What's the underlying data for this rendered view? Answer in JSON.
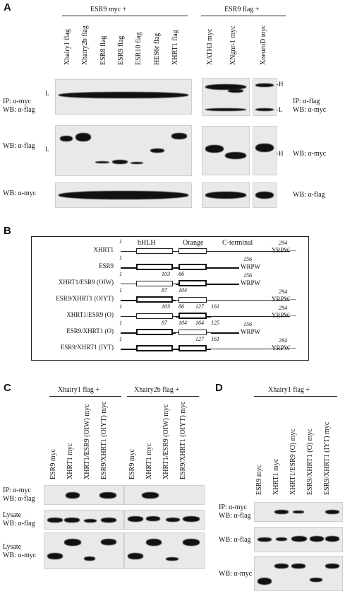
{
  "panelA": {
    "letter": "A",
    "group1_header": "ESR9 myc +",
    "group2_header": "ESR9 flag  +",
    "lanes1": [
      "Xhairy1 flag",
      "Xhairy2b flag",
      "ESR8 flag",
      "ESR9 flag",
      "ESR10 flag",
      "HES6r flag",
      "XHRT1 flag"
    ],
    "lanes2": [
      "XATH3 myc",
      "XNgnr-1 myc",
      "XneuroD myc"
    ],
    "row1_left": [
      "IP: α-myc",
      "WB: α-flag"
    ],
    "row1_right": [
      "IP: α-flag",
      "WB: α-myc"
    ],
    "row2_left": "WB: α-flag",
    "row2_right": "WB: α-myc",
    "row3_left": "WB: α-myc",
    "row3_right": "WB: α-flag",
    "marker_L": "L",
    "marker_L2": "L",
    "marker_H": "-H",
    "marker_Lr": "-L",
    "marker_H2": "-H"
  },
  "panelB": {
    "letter": "B",
    "domains": [
      "bHLH",
      "Orange",
      "C-terminal"
    ],
    "constructs": [
      {
        "name": "XHRT1",
        "end": "YRPW—",
        "nums": [
          "1",
          "294"
        ]
      },
      {
        "name": "ESR9",
        "end": "WRPW",
        "nums": [
          "1",
          "156"
        ]
      },
      {
        "name": "XHRT1/ESR9 (OIW)",
        "end": "WRPW",
        "nums": [
          "1",
          "103",
          "86",
          "156"
        ]
      },
      {
        "name": "ESR9/XHRT1 (OIYT)",
        "end": "YRPW—",
        "nums": [
          "1",
          "87",
          "104",
          "294"
        ]
      },
      {
        "name": "XHRT1/ESR9 (O)",
        "end": "YRPW—",
        "nums": [
          "1",
          "103",
          "86",
          "127",
          "161",
          "294"
        ]
      },
      {
        "name": "ESR9/XHRT1 (O)",
        "end": "WRPW",
        "nums": [
          "1",
          "87",
          "104",
          "164",
          "125",
          "156"
        ]
      },
      {
        "name": "ESR9/XHRT1 (IYT)",
        "end": "YRPW—",
        "nums": [
          "1",
          "127",
          "161",
          "294"
        ]
      }
    ]
  },
  "panelC": {
    "letter": "C",
    "group1_header": "Xhairy1 flag +",
    "group2_header": "Xhairy2b flag +",
    "lanes": [
      "ESR9 myc",
      "XHRT1 myc",
      "XHRT1/ESR9 (OIW) myc",
      "ESR9/XHRT1 (OIYT) myc"
    ],
    "row1": [
      "IP: α-myc",
      "WB: α-flag"
    ],
    "row2": [
      "Lysate",
      "WB: α-flag"
    ],
    "row3": [
      "Lysate",
      "WB: α-myc"
    ]
  },
  "panelD": {
    "letter": "D",
    "header": "Xhairy1 flag +",
    "lanes": [
      "ESR9 myc",
      "XHRT1 myc",
      "XHRT1/ESR9 (O) myc",
      "ESR9/XHRT1 (O) myc",
      "ESR9/XHRT1 (IYT) myc"
    ],
    "row1": [
      "IP: α-myc",
      "WB: α-flag"
    ],
    "row2": "WB: α-flag",
    "row3": "WB: α-myc"
  }
}
